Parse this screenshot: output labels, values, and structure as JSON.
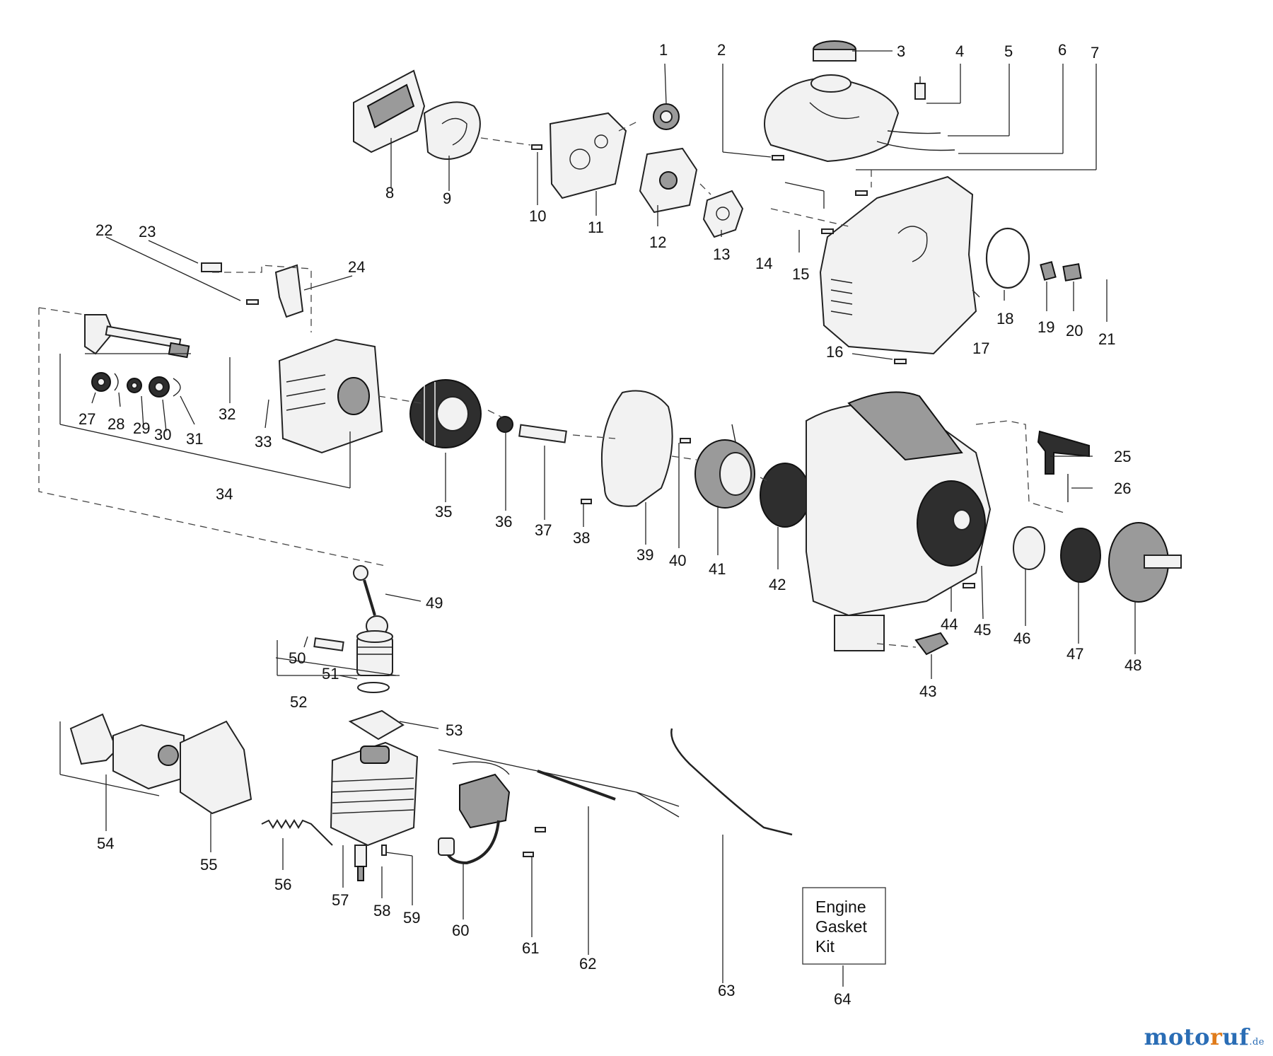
{
  "labels": [
    "1",
    "2",
    "3",
    "4",
    "5",
    "6",
    "7",
    "8",
    "9",
    "10",
    "11",
    "12",
    "13",
    "14",
    "15",
    "16",
    "17",
    "18",
    "19",
    "20",
    "21",
    "22",
    "23",
    "24",
    "25",
    "26",
    "27",
    "28",
    "29",
    "30",
    "31",
    "32",
    "33",
    "34",
    "35",
    "36",
    "37",
    "38",
    "39",
    "40",
    "41",
    "42",
    "43",
    "44",
    "45",
    "46",
    "47",
    "48",
    "49",
    "50",
    "51",
    "52",
    "53",
    "54",
    "55",
    "56",
    "57",
    "58",
    "59",
    "60",
    "61",
    "62",
    "63",
    "64"
  ],
  "kit_box": {
    "line1": "Engine",
    "line2": "Gasket",
    "line3": "Kit"
  },
  "logo": {
    "part1": "moto",
    "part2": "r",
    "part3": "uf",
    "suffix": ".de"
  }
}
